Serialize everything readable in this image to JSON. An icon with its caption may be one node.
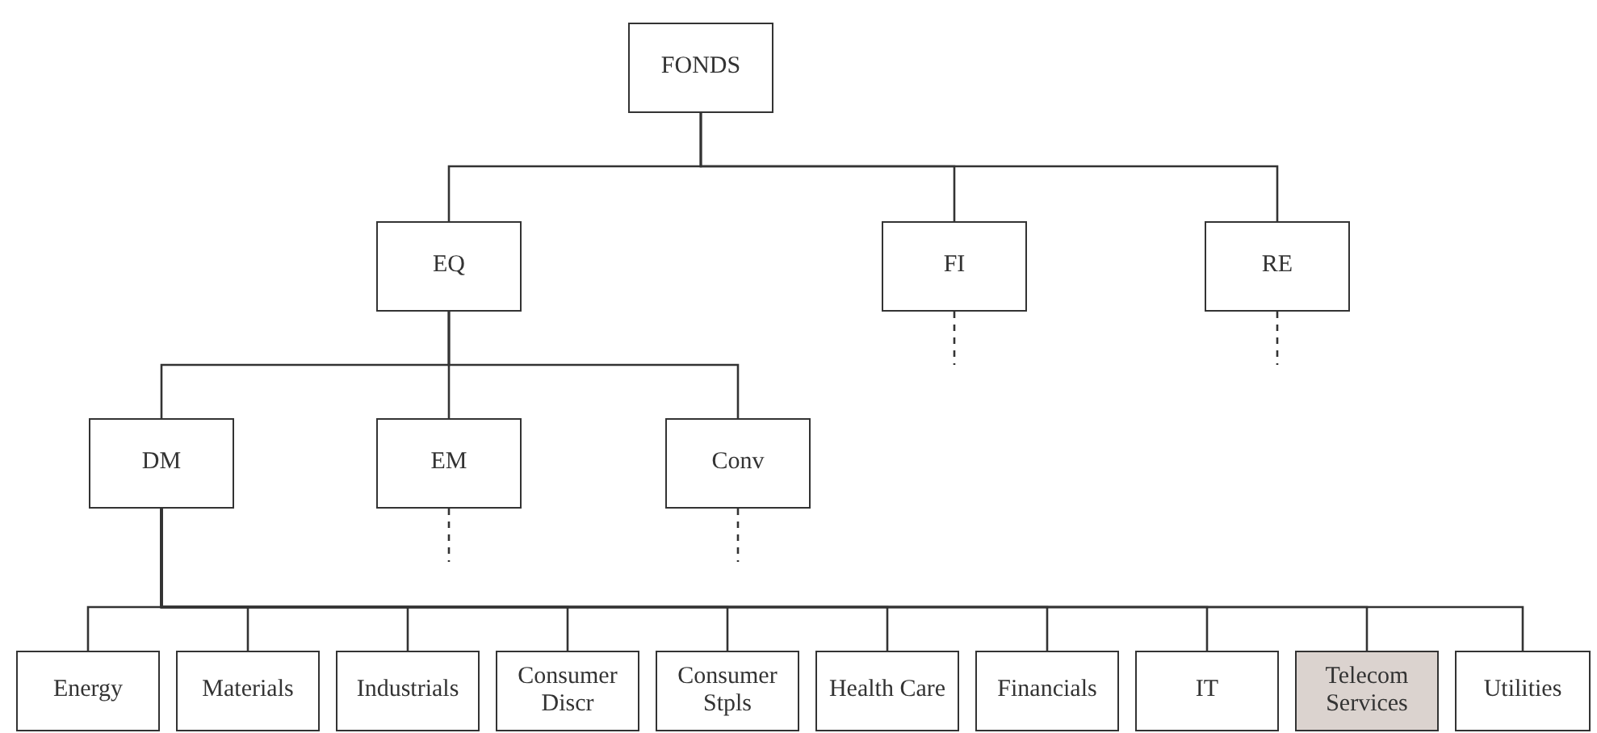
{
  "diagram": {
    "nodes": [
      {
        "text": [
          "FONDS"
        ]
      },
      {
        "text": [
          "EQ"
        ]
      },
      {
        "text": [
          "FI"
        ]
      },
      {
        "text": [
          "RE"
        ]
      },
      {
        "text": [
          "DM"
        ]
      },
      {
        "text": [
          "EM"
        ]
      },
      {
        "text": [
          "Conv"
        ]
      },
      {
        "text": [
          "Energy"
        ]
      },
      {
        "text": [
          "Materials"
        ]
      },
      {
        "text": [
          "Industrials"
        ]
      },
      {
        "text": [
          "Consumer Discr"
        ]
      },
      {
        "text": [
          "Consumer Stpls"
        ]
      },
      {
        "text": [
          "Health Care"
        ]
      },
      {
        "text": [
          "Financials"
        ]
      },
      {
        "text": [
          "IT"
        ]
      },
      {
        "text": [
          "Telecom Services"
        ]
      },
      {
        "text": [
          "Utilities"
        ]
      }
    ],
    "edges": [
      {
        "from": 0,
        "to": 1,
        "arrow": "none"
      },
      {
        "from": 0,
        "to": 2,
        "arrow": "none"
      },
      {
        "from": 0,
        "to": 3,
        "arrow": "none"
      },
      {
        "from": 2,
        "to": null,
        "arrow": "none",
        "style": "dashed"
      },
      {
        "from": 3,
        "to": null,
        "arrow": "none",
        "style": "dashed"
      },
      {
        "from": 1,
        "to": 4,
        "arrow": "none"
      },
      {
        "from": 1,
        "to": 5,
        "arrow": "none"
      },
      {
        "from": 1,
        "to": 6,
        "arrow": "none"
      },
      {
        "from": 5,
        "to": null,
        "arrow": "none",
        "style": "dashed"
      },
      {
        "from": 6,
        "to": null,
        "arrow": "none",
        "style": "dashed"
      },
      {
        "from": 4,
        "to": 7,
        "arrow": "none"
      },
      {
        "from": 4,
        "to": 8,
        "arrow": "none"
      },
      {
        "from": 4,
        "to": 9,
        "arrow": "none"
      },
      {
        "from": 4,
        "to": 10,
        "arrow": "none"
      },
      {
        "from": 4,
        "to": 11,
        "arrow": "none"
      },
      {
        "from": 4,
        "to": 12,
        "arrow": "none"
      },
      {
        "from": 4,
        "to": 13,
        "arrow": "none"
      },
      {
        "from": 4,
        "to": 14,
        "arrow": "none"
      },
      {
        "from": 4,
        "to": 15,
        "arrow": "none"
      },
      {
        "from": 4,
        "to": 16,
        "arrow": "none"
      }
    ]
  }
}
